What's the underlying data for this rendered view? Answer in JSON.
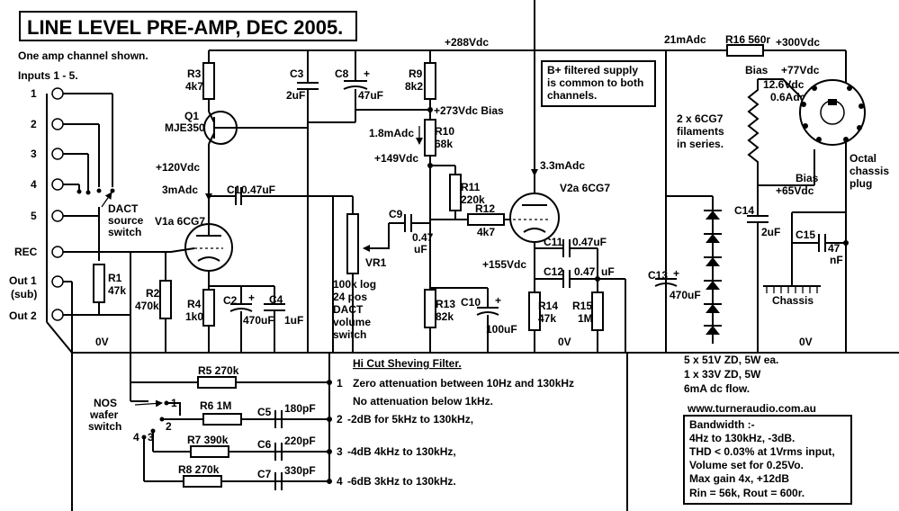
{
  "title": "LINE LEVEL PRE-AMP, DEC 2005.",
  "subtitle": "One amp channel shown.",
  "inputs": {
    "heading": "Inputs 1 - 5.",
    "items": [
      "1",
      "2",
      "3",
      "4",
      "5",
      "REC"
    ],
    "out1": "Out 1",
    "out1_note": "(sub)",
    "out2": "Out 2",
    "switch_label": [
      "DACT",
      "source",
      "switch"
    ]
  },
  "rails": {
    "b288": "+288Vdc",
    "b300": "+300Vdc",
    "b273": "+273Vdc Bias",
    "b149": "+149Vdc",
    "b155": "+155Vdc",
    "b120": "+120Vdc",
    "current_21": "21mAdc",
    "current_18": "1.8mAdc",
    "current_33": "3.3mAdc",
    "current_3": "3mAdc",
    "zero_volts": "0V"
  },
  "components": {
    "r3": [
      "R3",
      "4k7"
    ],
    "q1": [
      "Q1",
      "MJE350"
    ],
    "c3": [
      "C3",
      "2uF"
    ],
    "c8": [
      "C8",
      "47uF"
    ],
    "r9": [
      "R9",
      "8k2"
    ],
    "r10": [
      "R10",
      "68k"
    ],
    "r11": [
      "R11",
      "220k"
    ],
    "r12": [
      "R12",
      "4k7"
    ],
    "c1": [
      "C1",
      "0.47uF"
    ],
    "v1a": "V1a 6CG7",
    "v2a": "V2a 6CG7",
    "c9": [
      "C9",
      "0.47",
      "uF"
    ],
    "vr1": [
      "VR1",
      "100k log",
      "24 pos",
      "DACT",
      "volume",
      "switch"
    ],
    "r1": [
      "R1",
      "47k"
    ],
    "r2": [
      "R2",
      "470k"
    ],
    "r4": [
      "R4",
      "1k0"
    ],
    "c2": [
      "C2",
      "470uF"
    ],
    "c4": [
      "C4",
      "1uF"
    ],
    "r13": [
      "R13",
      "82k"
    ],
    "c10": [
      "C10",
      "100uF"
    ],
    "c11": [
      "C11",
      "0.47uF"
    ],
    "c12": [
      "C12",
      "0.47",
      "uF"
    ],
    "r14": [
      "R14",
      "47k"
    ],
    "r15": [
      "R15",
      "1M"
    ],
    "r16": "R16 560r",
    "c13": [
      "C13",
      "470uF"
    ],
    "c14": [
      "C14",
      "2uF"
    ],
    "c15": [
      "C15",
      "47",
      "nF"
    ],
    "plus": "+"
  },
  "supply": {
    "note": [
      "B+ filtered supply",
      "is common to both",
      "channels."
    ],
    "filaments": [
      "2 x 6CG7",
      "filaments",
      "in series."
    ],
    "bias_top": "Bias",
    "bias_77": "+77Vdc",
    "v126": "12.6Vdc",
    "a06": "0.6Adc",
    "bias_bottom": "Bias",
    "bias_65": "+65Vdc",
    "octal": [
      "Octal",
      "chassis",
      "plug"
    ],
    "chassis": "Chassis",
    "zener": [
      "5 x 51V ZD, 5W ea.",
      "1 x 33V ZD, 5W",
      "6mA dc flow."
    ],
    "website": "www.turneraudio.com.au"
  },
  "filter": {
    "title": "Hi Cut Sheving Filter.",
    "switch_label": [
      "NOS",
      "wafer",
      "switch"
    ],
    "positions": [
      "1",
      "2",
      "3",
      "4"
    ],
    "r5": "R5  270k",
    "r6": "R6  1M",
    "r7": "R7  390k",
    "r8": "R8  270k",
    "c5": "C5",
    "c5v": "180pF",
    "c6": "C6",
    "c6v": "220pF",
    "c7": "C7",
    "c7v": "330pF",
    "lines": [
      "Zero attenuation between 10Hz and 130kHz",
      "No attenuation below 1kHz.",
      "-2dB for 5kHz to 130kHz,",
      "-4dB 4kHz to 130kHz,",
      "-6dB 3kHz to 130kHz."
    ]
  },
  "specs": [
    "Bandwidth :-",
    "4Hz to 130kHz, -3dB.",
    "THD < 0.03% at 1Vrms input,",
    "Volume set for 0.25Vo.",
    "Max gain 4x, +12dB",
    "Rin = 56k, Rout = 600r."
  ]
}
